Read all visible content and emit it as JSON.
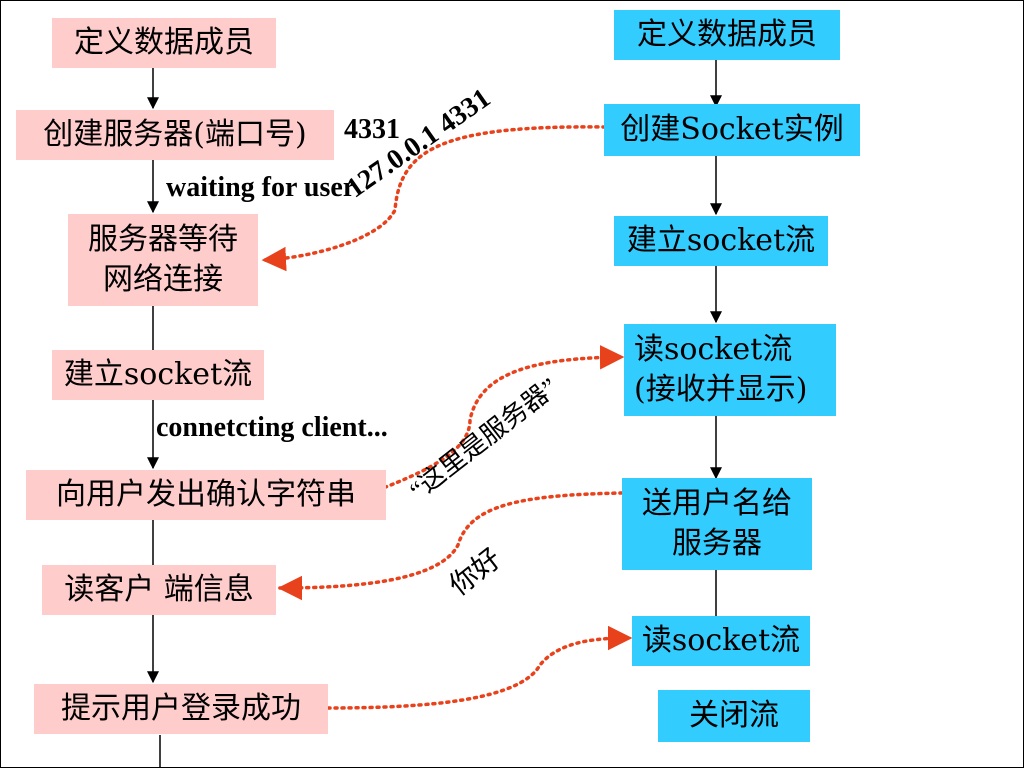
{
  "server": {
    "steps": [
      "定义数据成员",
      "创建服务器(端口号)",
      "服务器等待\n网络连接",
      "建立socket流",
      "向用户发出确认字符串",
      "读客户 端信息",
      "提示用户登录成功"
    ]
  },
  "client": {
    "steps": [
      "定义数据成员",
      "创建Socket实例",
      "建立socket流",
      "读socket流\n(接收并显示)",
      "送用户名给\n服务器",
      "读socket流",
      "关闭流"
    ]
  },
  "annotations": {
    "port": "4331",
    "waiting": "waiting for user",
    "address": "127.0.0.1  4331",
    "connecting": "connetcting client...",
    "server_message": "“这里是服务器”",
    "hello": "你好"
  },
  "colors": {
    "server_box": "#ffcccc",
    "client_box": "#33ccff",
    "message_arrow": "#e8421c"
  }
}
